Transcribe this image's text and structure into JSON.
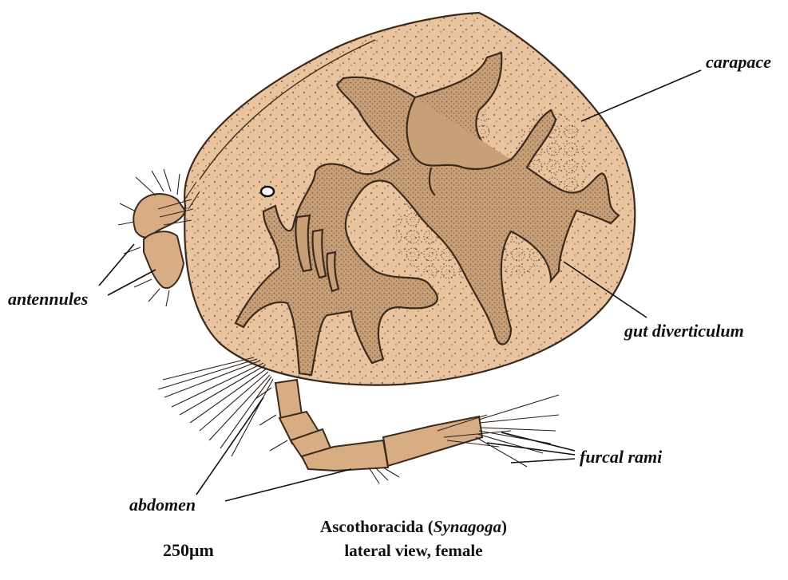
{
  "labels": {
    "carapace": "carapace",
    "antennules": "antennules",
    "gut_diverticulum": "gut diverticulum",
    "furcal_rami": "furcal rami",
    "abdomen": "abdomen"
  },
  "caption": {
    "line1_prefix": "Ascothoracida (",
    "line1_genus": "Synagoga",
    "line1_suffix": ")",
    "line2": "lateral view, female"
  },
  "scale_bar": {
    "label": "250μm"
  },
  "colors": {
    "body": "#e9c49f",
    "gut": "#c99f78",
    "outline": "#3a2a1e"
  }
}
